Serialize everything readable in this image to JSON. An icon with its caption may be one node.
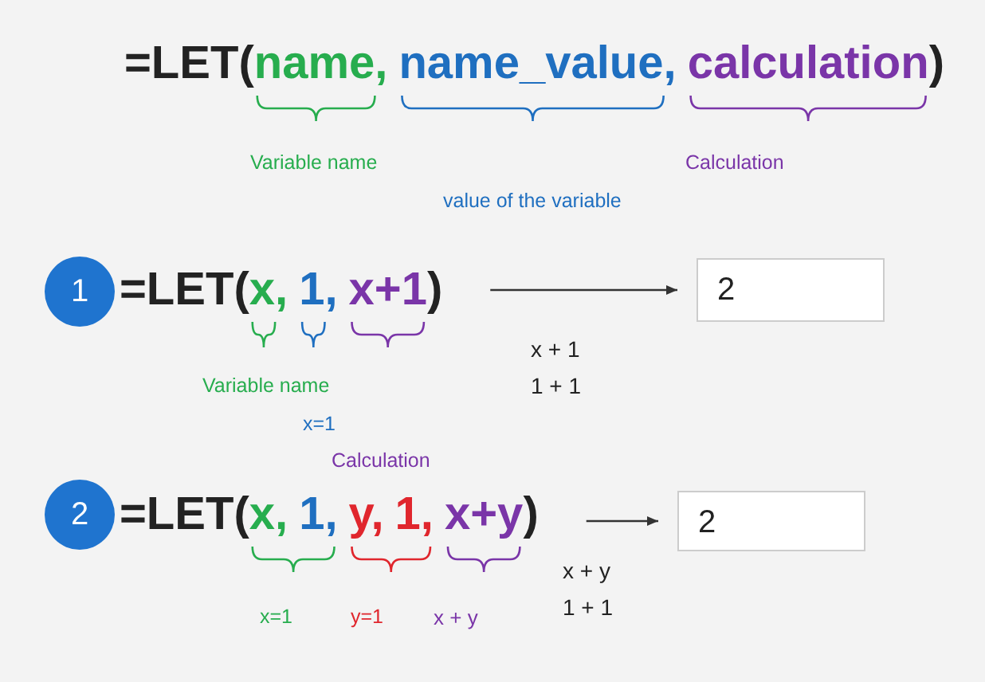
{
  "diagram": {
    "nodes": [
      {
        "text": [
          "=LET(",
          "name,",
          "name_value,",
          "calculation",
          ")"
        ]
      },
      {
        "text": [
          "1"
        ]
      },
      {
        "text": [
          "=LET(",
          "x,",
          "1,",
          "x+1",
          ")"
        ]
      },
      {
        "text": [
          "2"
        ]
      },
      {
        "text": [
          "2"
        ]
      },
      {
        "text": [
          "=LET(",
          "x,",
          "1,",
          "y,",
          "1,",
          "x+y",
          ")"
        ]
      },
      {
        "text": [
          "2"
        ]
      }
    ],
    "edges": [
      {
        "from": 2,
        "to": 3,
        "arrow": "to"
      },
      {
        "from": 5,
        "to": 6,
        "arrow": "to"
      }
    ],
    "labels": [
      "Variable name",
      "Calculation",
      "value of the variable",
      "Variable name",
      "x=1",
      "x + 1",
      "1 + 1",
      "Calculation",
      "x=1",
      "y=1",
      "x + y",
      "x + y",
      "1 + 1"
    ]
  }
}
